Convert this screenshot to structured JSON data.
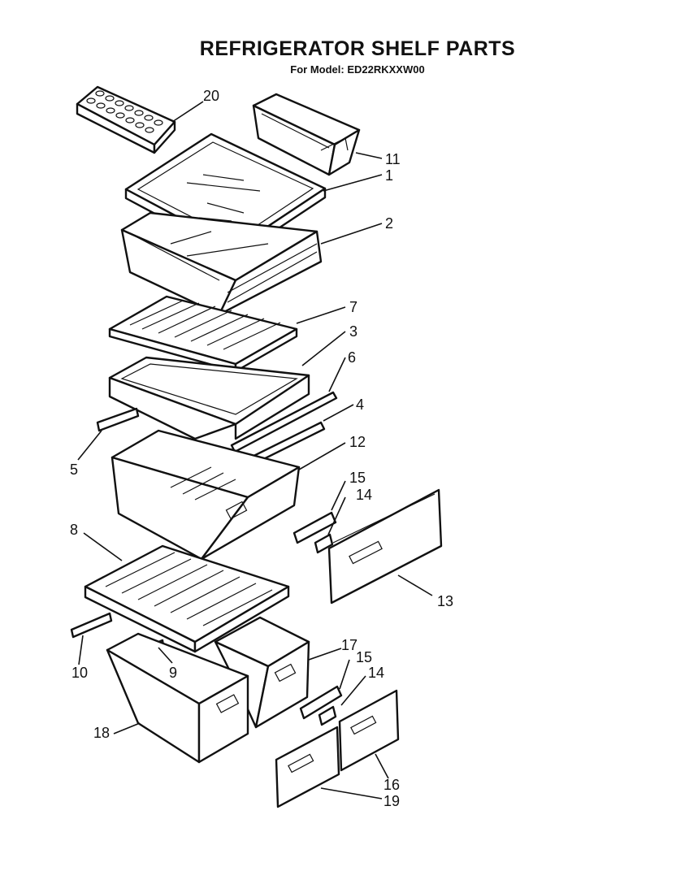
{
  "header": {
    "title": "REFRIGERATOR SHELF PARTS",
    "subtitle": "For Model: ED22RKXXW00"
  },
  "callouts": [
    {
      "id": "20",
      "label": "20"
    },
    {
      "id": "11",
      "label": "11"
    },
    {
      "id": "1",
      "label": "1"
    },
    {
      "id": "2",
      "label": "2"
    },
    {
      "id": "7",
      "label": "7"
    },
    {
      "id": "3",
      "label": "3"
    },
    {
      "id": "6",
      "label": "6"
    },
    {
      "id": "4",
      "label": "4"
    },
    {
      "id": "5",
      "label": "5"
    },
    {
      "id": "12",
      "label": "12"
    },
    {
      "id": "15a",
      "label": "15"
    },
    {
      "id": "14a",
      "label": "14"
    },
    {
      "id": "13",
      "label": "13"
    },
    {
      "id": "8",
      "label": "8"
    },
    {
      "id": "10",
      "label": "10"
    },
    {
      "id": "9",
      "label": "9"
    },
    {
      "id": "17",
      "label": "17"
    },
    {
      "id": "15b",
      "label": "15"
    },
    {
      "id": "14b",
      "label": "14"
    },
    {
      "id": "18",
      "label": "18"
    },
    {
      "id": "16",
      "label": "16"
    },
    {
      "id": "19",
      "label": "19"
    }
  ]
}
